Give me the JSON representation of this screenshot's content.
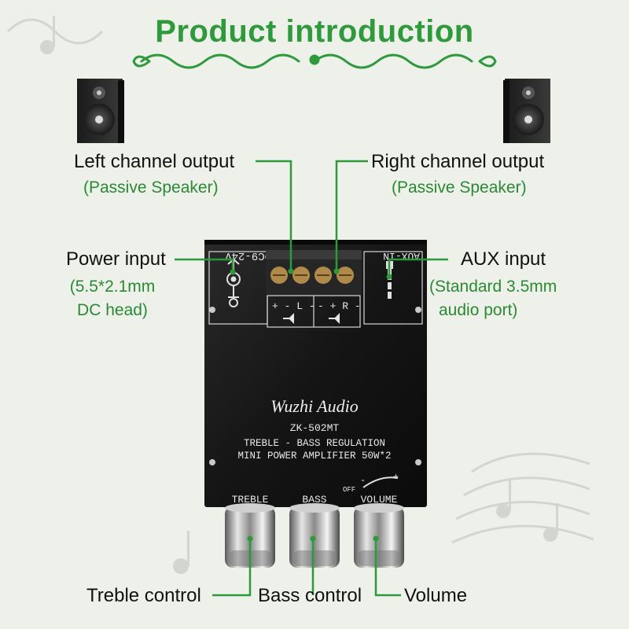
{
  "title": "Product introduction",
  "labels": {
    "left_output": "Left channel output",
    "left_output_note": "(Passive Speaker)",
    "right_output": "Right channel output",
    "right_output_note": "(Passive Speaker)",
    "power_input": "Power input",
    "power_note_line1": "(5.5*2.1mm",
    "power_note_line2": "DC head)",
    "aux_input": "AUX input",
    "aux_note_line1": "(Standard 3.5mm",
    "aux_note_line2": "audio port)",
    "treble_control": "Treble control",
    "bass_control": "Bass control",
    "volume_control": "Volume"
  },
  "board": {
    "power_rating": "DC9-24V",
    "aux_label": "AUX-IN",
    "left_terminal": "+ - L -",
    "right_terminal": "- + R -",
    "brand": "Wuzhi Audio",
    "model": "ZK-502MT",
    "line1": "TREBLE - BASS REGULATION",
    "line2": "MINI POWER AMPLIFIER 50W*2",
    "knob_treble": "TREBLE",
    "knob_bass": "BASS",
    "knob_volume": "VOLUME",
    "off": "OFF",
    "minus": "-",
    "plus": "+"
  },
  "colors": {
    "accent": "#2f9a3c",
    "leader_line": "#2a9a3a",
    "board": "#1a1a1a"
  }
}
